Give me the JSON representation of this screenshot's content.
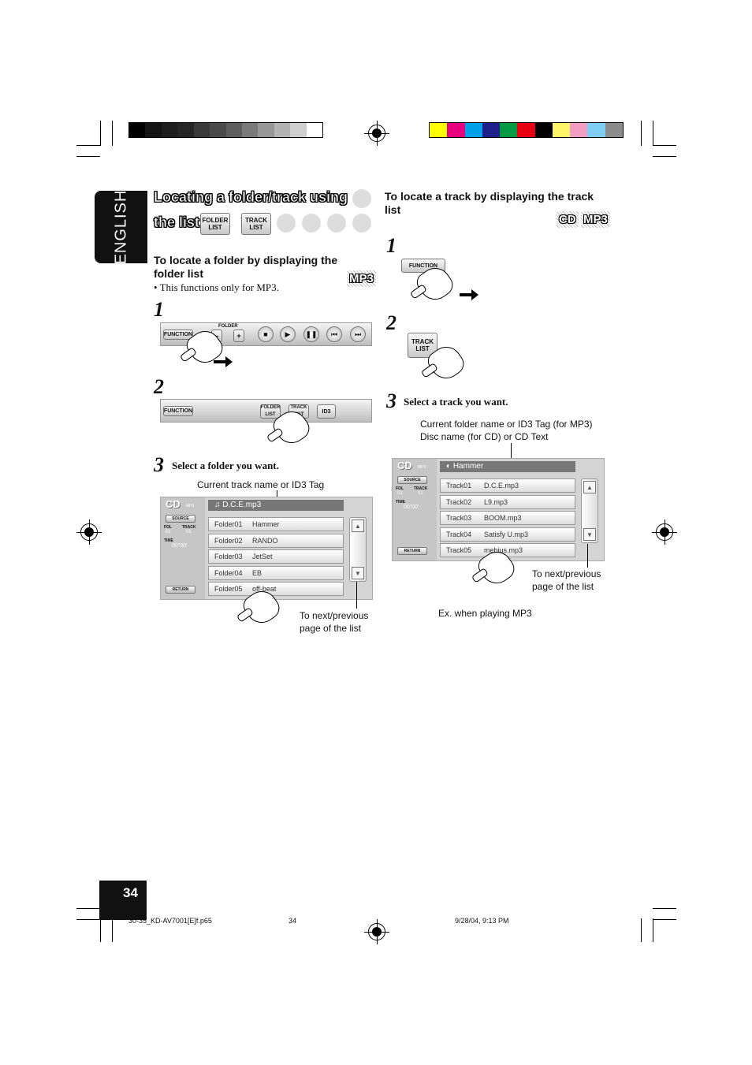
{
  "sidebar_tab": "ENGLISH",
  "title_line1": "Locating a folder/track using",
  "title_line2": "the list",
  "title_buttons": {
    "folder_list": "FOLDER\nLIST",
    "track_list": "TRACK\nLIST"
  },
  "left": {
    "subhead": "To locate a folder by displaying the folder list",
    "badge": "MP3",
    "note": "• This functions only for MP3.",
    "step1": "1",
    "step2": "2",
    "step3": "3",
    "step3_text": "Select a folder you want.",
    "toolbar1": {
      "function": "FUNCTION",
      "folder": "FOLDER",
      "minus": "–",
      "plus": "+"
    },
    "toolbar2": {
      "function": "FUNCTION",
      "folder_list": "FOLDER LIST",
      "track_list": "TRACK LIST",
      "id3": "ID3"
    },
    "callout_top": "Current track name or ID3 Tag",
    "screen": {
      "logo": "CD",
      "logo_sub": "MP3",
      "source": "SOURCE",
      "fol": "FOL",
      "track": "TRACK",
      "fol_val": "01",
      "track_val": "01",
      "time": "TIME",
      "time_val": "00\"00'",
      "return": "RETURN",
      "header": "♫ D.C.E.mp3",
      "rows": [
        {
          "a": "Folder01",
          "b": "Hammer"
        },
        {
          "a": "Folder02",
          "b": "RANDO"
        },
        {
          "a": "Folder03",
          "b": "JetSet"
        },
        {
          "a": "Folder04",
          "b": "EB"
        },
        {
          "a": "Folder05",
          "b": "off-beat"
        }
      ]
    },
    "callout_bottom1": "To next/previous",
    "callout_bottom2": "page of the list"
  },
  "right": {
    "subhead": "To locate a track by displaying the track list",
    "badge_cd": "CD",
    "badge_mp3": "MP3",
    "step1": "1",
    "step2": "2",
    "step3": "3",
    "step3_text": "Select a track you want.",
    "function_btn": "FUNCTION",
    "track_list_btn": "TRACK\nLIST",
    "callout_top1": "Current folder name or ID3 Tag (for MP3)",
    "callout_top2": "Disc name (for CD) or CD Text",
    "screen": {
      "logo": "CD",
      "logo_sub": "MP3",
      "source": "SOURCE",
      "fol": "FOL",
      "track": "TRACK",
      "fol_val": "01",
      "track_val": "01",
      "time": "TIME",
      "time_val": "00\"00'",
      "return": "RETURN",
      "header": "Hammer",
      "rows": [
        {
          "a": "Track01",
          "b": "D.C.E.mp3"
        },
        {
          "a": "Track02",
          "b": "L9.mp3"
        },
        {
          "a": "Track03",
          "b": "BOOM.mp3"
        },
        {
          "a": "Track04",
          "b": "Satisfy U.mp3"
        },
        {
          "a": "Track05",
          "b": "mebius.mp3"
        }
      ]
    },
    "callout_bottom1": "To next/previous",
    "callout_bottom2": "page of the list",
    "example": "Ex. when playing MP3"
  },
  "page_number": "34",
  "footer": {
    "file": "30-35_KD-AV7001[E]f.p65",
    "page": "34",
    "date": "9/28/04, 9:13 PM"
  },
  "colors": {
    "gray_bar": [
      "#000000",
      "#141414",
      "#1e1e1e",
      "#262626",
      "#3a3a3a",
      "#4a4a4a",
      "#5e5e5e",
      "#7a7a7a",
      "#979797",
      "#b3b3b3",
      "#cfcfcf",
      "#ffffff"
    ],
    "color_bar": [
      "#ffff00",
      "#e6007e",
      "#00a0e9",
      "#1d2088",
      "#009944",
      "#e60012",
      "#000000",
      "#fff568",
      "#f19ec2",
      "#7ecef4",
      "#8c8c8c"
    ]
  }
}
